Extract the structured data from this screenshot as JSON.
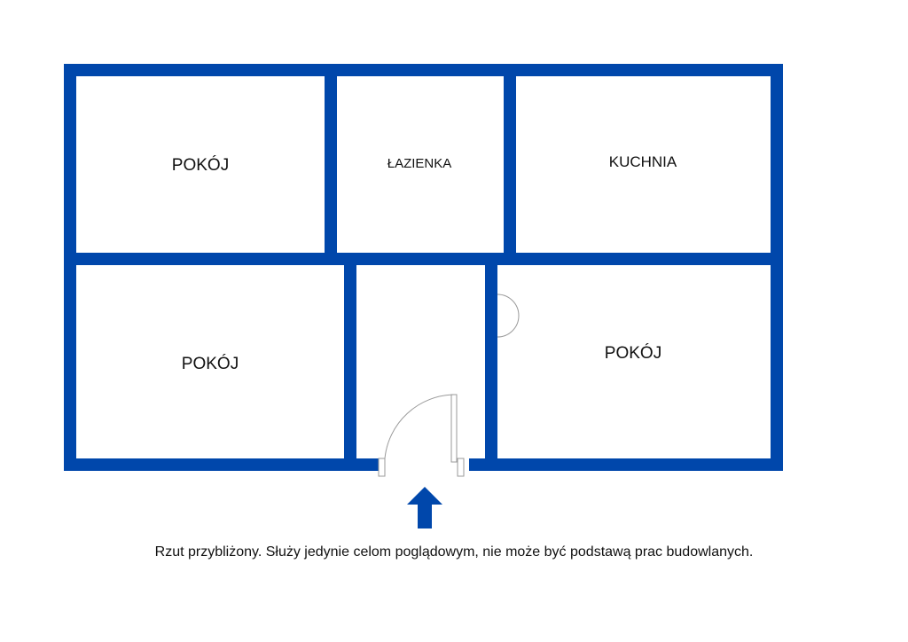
{
  "colors": {
    "wall": "#0047AB",
    "door_line": "#9a9a9a",
    "text": "#111111",
    "background": "#ffffff"
  },
  "rooms": [
    {
      "id": "room-top-left",
      "label": "POKÓJ"
    },
    {
      "id": "bathroom",
      "label": "ŁAZIENKA"
    },
    {
      "id": "kitchen",
      "label": "KUCHNIA"
    },
    {
      "id": "room-bottom-left",
      "label": "POKÓJ"
    },
    {
      "id": "room-bottom-right",
      "label": "POKÓJ"
    }
  ],
  "entrance_icon": "up-arrow-icon",
  "disclaimer": "Rzut przybliżony. Służy jedynie celom poglądowym, nie może być podstawą prac budowlanych."
}
